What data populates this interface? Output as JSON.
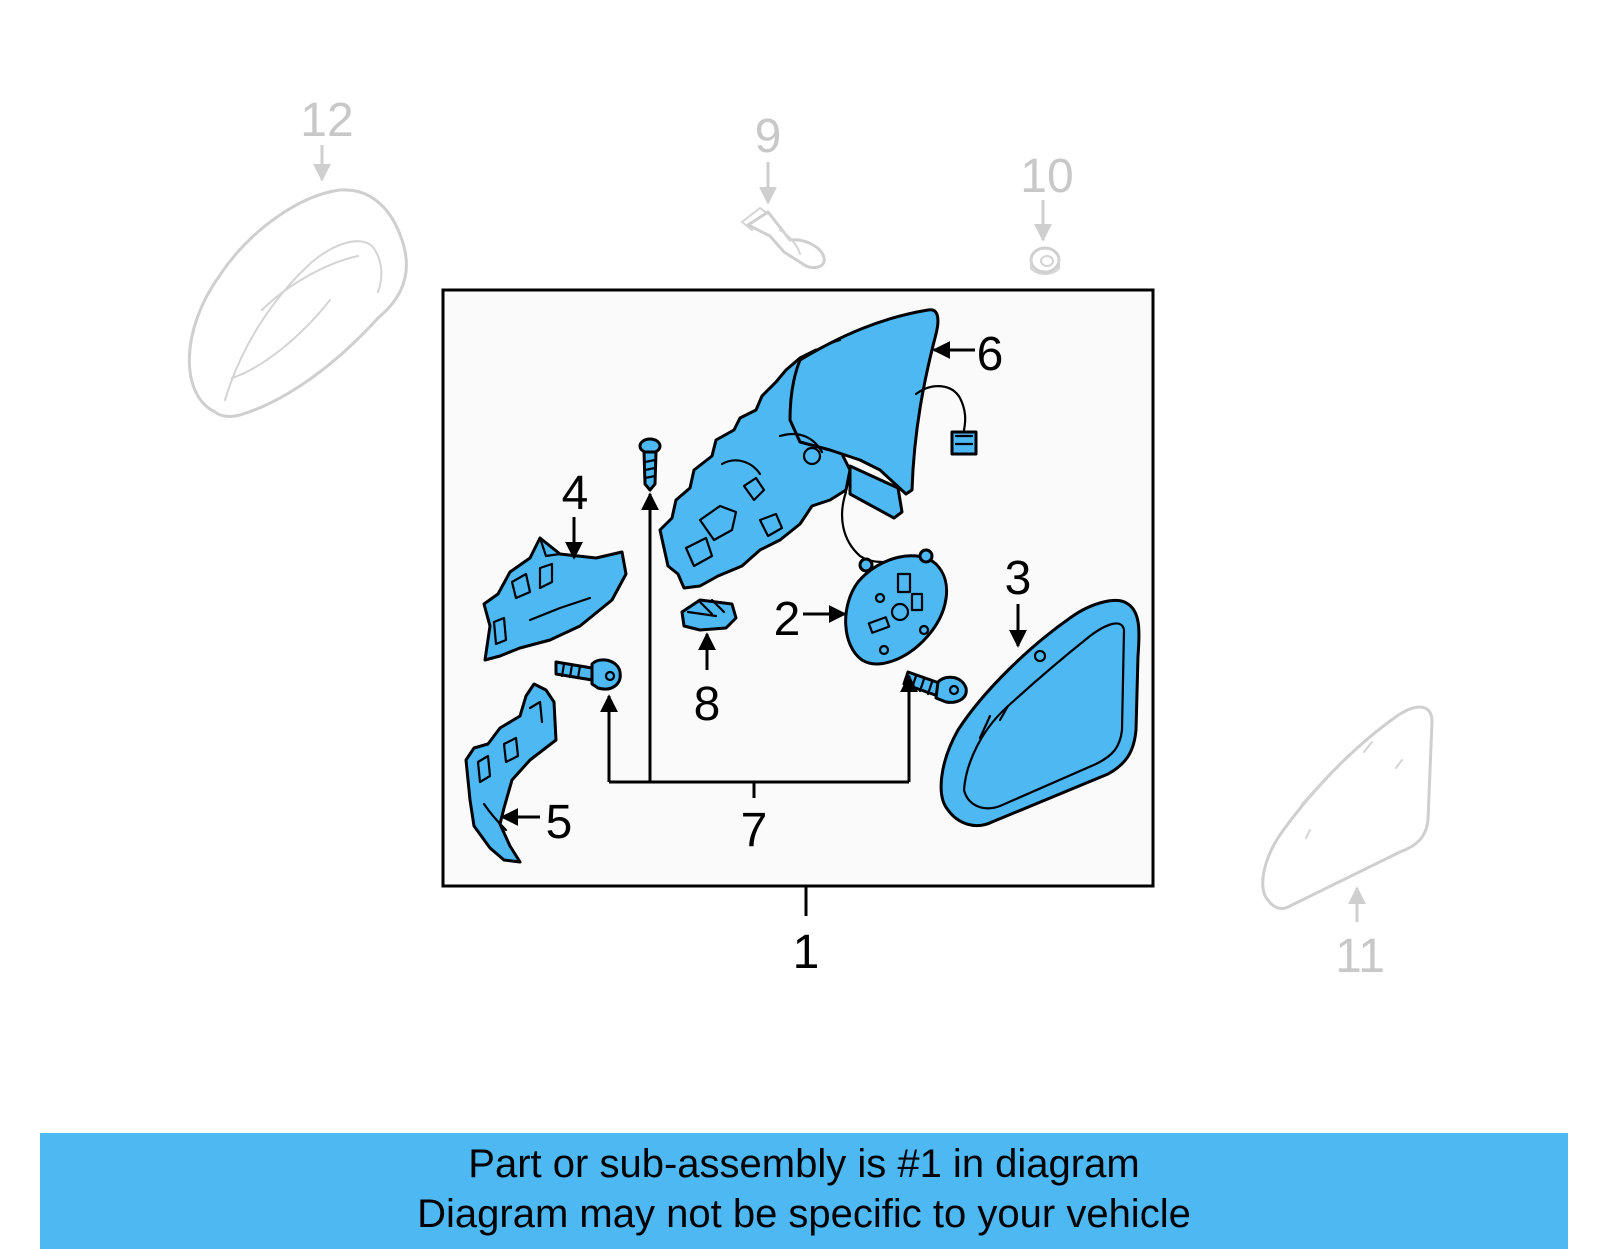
{
  "callouts": {
    "c1": "1",
    "c2": "2",
    "c3": "3",
    "c4": "4",
    "c5": "5",
    "c6": "6",
    "c7": "7",
    "c8": "8",
    "c9": "9",
    "c10": "10",
    "c11": "11",
    "c12": "12"
  },
  "colors": {
    "highlight": "#4db8f2",
    "ghost": "#cfcfcf",
    "outline": "#000000"
  },
  "banner": {
    "line1": "Part or sub-assembly is #1 in diagram",
    "line2": "Diagram may not be specific to your vehicle"
  }
}
